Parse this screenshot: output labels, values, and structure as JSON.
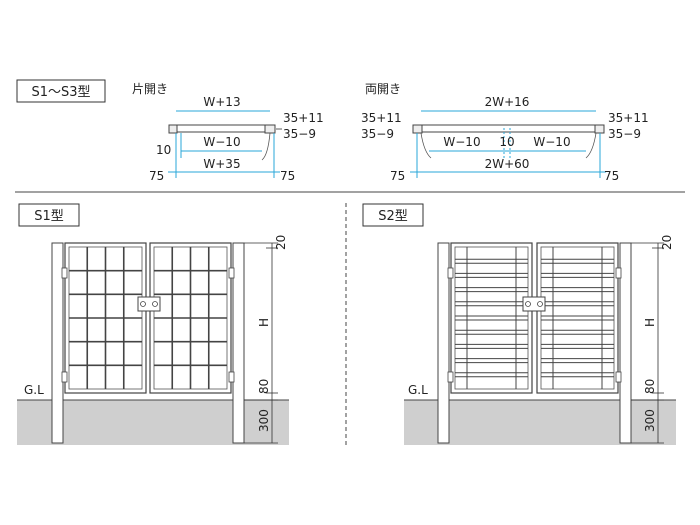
{
  "series_label": "S1〜S3型",
  "single": {
    "title": "片開き",
    "top_w": "W+13",
    "right_top": "35+11",
    "right_bottom": "35−9",
    "left_gap": "10",
    "inner_w": "W−10",
    "bottom_w": "W+35",
    "left_75": "75",
    "right_75": "75"
  },
  "double": {
    "title": "両開き",
    "top_w": "2W+16",
    "left_top": "35+11",
    "left_bottom": "35−9",
    "right_top": "35+11",
    "right_bottom": "35−9",
    "inner_left": "W−10",
    "center_gap": "10",
    "inner_right": "W−10",
    "bottom_w": "2W+60",
    "left_75": "75",
    "right_75": "75"
  },
  "s1": {
    "label": "S1型",
    "gl": "G.L",
    "dim_top": "20",
    "dim_h": "H",
    "dim_80": "80",
    "dim_300": "300"
  },
  "s2": {
    "label": "S2型",
    "gl": "G.L",
    "dim_top": "20",
    "dim_h": "H",
    "dim_80": "80",
    "dim_300": "300"
  }
}
